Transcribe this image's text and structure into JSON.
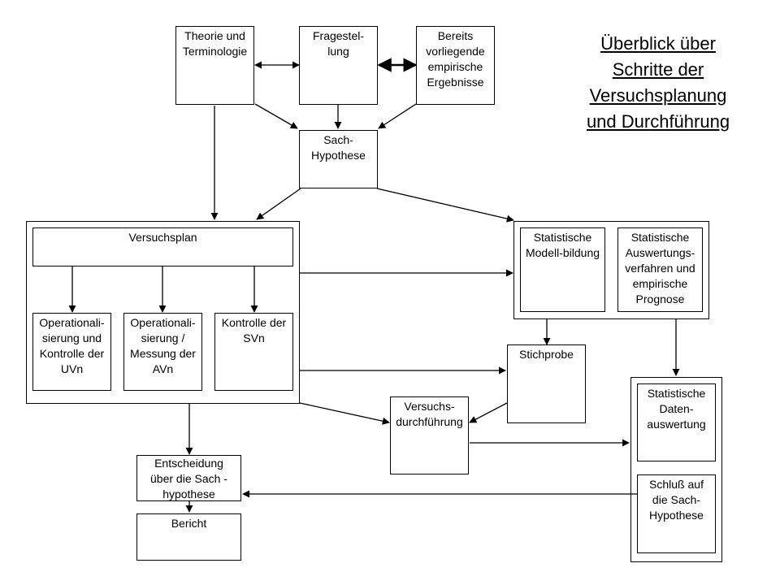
{
  "title": "Überblick über\nSchritte der\nVersuchsplanung\nund Durchführung",
  "nodes": {
    "theorie": "Theorie und\nTerminologie",
    "fragestellung": "Fragestel-\nlung",
    "bereits": "Bereits\nvorliegende\nempirische\nErgebnisse",
    "sachhypothese": "Sach-\nHypothese",
    "versuchsplan": "Versuchsplan",
    "op_uvn": "Operationali-\nsierung und\nKontrolle der\nUVn",
    "op_avn": "Operationali-\nsierung /\nMessung der\nAVn",
    "kontrolle_svn": "Kontrolle der\nSVn",
    "modellbildung": "Statistische\nModell-bildung",
    "auswertungsverfahren": "Statistische\nAuswertungs-\nverfahren und\nempirische\nPrognose",
    "stichprobe": "Stichprobe",
    "versuchsdurchfuehrung": "Versuchs-\ndurchführung",
    "datenauswertung": "Statistische\nDaten-\nauswertung",
    "schluss": "Schluß auf\ndie Sach-\nHypothese",
    "entscheidung": "Entscheidung\nüber die Sach -\nhypothese",
    "bericht": "Bericht"
  }
}
